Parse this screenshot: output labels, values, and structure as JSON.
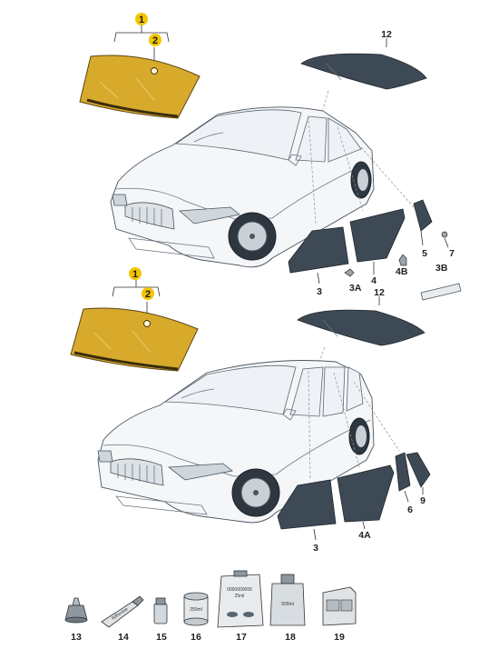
{
  "callouts": {
    "top_windscreen_part": "1",
    "top_sensor_part": "2",
    "bottom_windscreen_part": "1",
    "bottom_sensor_part": "2"
  },
  "labels": {
    "top_roof": "12",
    "top_front_door": "3",
    "top_front_seal": "3A",
    "top_rear_door": "4",
    "top_rear_seal": "4B",
    "top_quarter": "5",
    "top_clip": "7",
    "top_strip": "3B",
    "bottom_roof": "12",
    "bottom_front_door": "3",
    "bottom_rear_door": "4A",
    "bottom_quarter_a": "6",
    "bottom_quarter_b": "9",
    "acc_13": "13",
    "acc_14": "14",
    "acc_15": "15",
    "acc_16": "16",
    "acc_17": "17",
    "acc_18": "18",
    "acc_19": "19"
  },
  "packaging": {
    "tube_text": "Adhesive",
    "tin_text": "250ml",
    "pouch_text_1": "0000000000",
    "pouch_text_2": "25ml",
    "can_text": "500ml"
  },
  "colors": {
    "windscreen": "#d8aa2c",
    "callout": "#f2c500",
    "tinted_glass": "#3d4a55"
  }
}
